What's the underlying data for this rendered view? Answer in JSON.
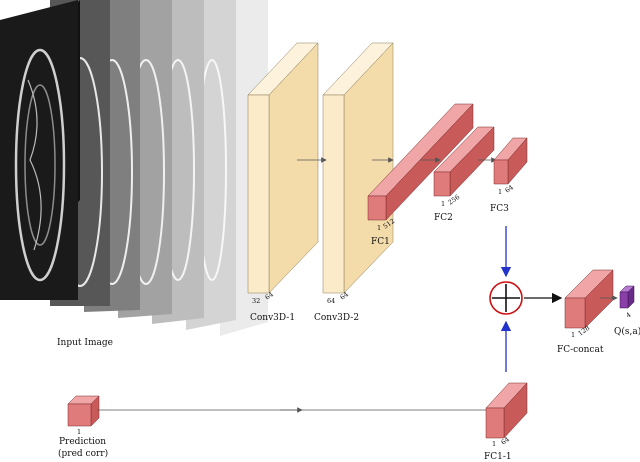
{
  "input": {
    "label": "Input Image",
    "frames": 7
  },
  "conv1": {
    "label": "Conv3D-1",
    "dim_a": "32",
    "dim_b": "64"
  },
  "conv2": {
    "label": "Conv3D-2",
    "dim_a": "64",
    "dim_b": "64"
  },
  "fc1": {
    "label": "FC1",
    "dim_a": "1",
    "dim_b": "512"
  },
  "fc2": {
    "label": "FC2",
    "dim_a": "1",
    "dim_b": "256"
  },
  "fc3": {
    "label": "FC3",
    "dim_a": "1",
    "dim_b": "64"
  },
  "fc_concat": {
    "label": "FC-concat",
    "dim_a": "1",
    "dim_b": "128"
  },
  "output": {
    "label": "Q(s,a)",
    "dim": "4"
  },
  "prediction": {
    "label_line1": "Prediction",
    "label_line2": "(pred corr)",
    "dim": "1"
  },
  "fc1_1": {
    "label": "FC1-1",
    "dim_a": "1",
    "dim_b": "64"
  },
  "colors": {
    "conv_front": "#fbebc8",
    "conv_side": "#f3dcaa",
    "fc_front": "#e07b7b",
    "fc_side": "#c85a5a",
    "fc_top": "#f0a6a6",
    "output": "#8a3fa8",
    "blue_arrow": "#2233cc",
    "sum_circle": "#cc1111"
  }
}
